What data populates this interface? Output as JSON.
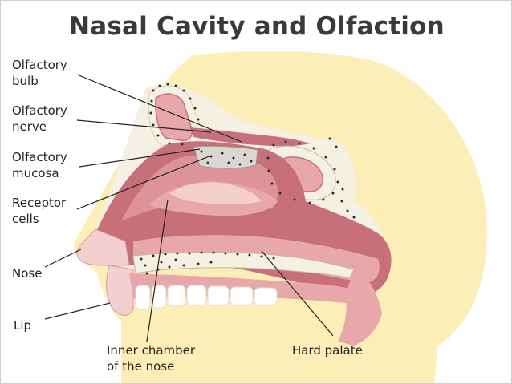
{
  "title": "Nasal Cavity and Olfaction",
  "labels": {
    "olfactory_bulb": [
      "Olfactory",
      "bulb"
    ],
    "olfactory_nerve": [
      "Olfactory",
      "nerve"
    ],
    "olfactory_mucosa": [
      "Olfactory",
      "mucosa"
    ],
    "receptor_cells": [
      "Receptor",
      "cells"
    ],
    "nose": "Nose",
    "lip": "Lip",
    "inner_chamber": [
      "Inner chamber",
      "of the nose"
    ],
    "hard_palate": "Hard palate"
  },
  "colors": {
    "skin": "#fbeeb6",
    "bone": "#f4f1e4",
    "mucosa_pink": "#e8a8ab",
    "tissue_red": "#c8707a",
    "turbinate": "#dc939a",
    "cavity_light": "#f3cfd0",
    "dots": "#2b2b2b",
    "leader_line": "#222222"
  }
}
